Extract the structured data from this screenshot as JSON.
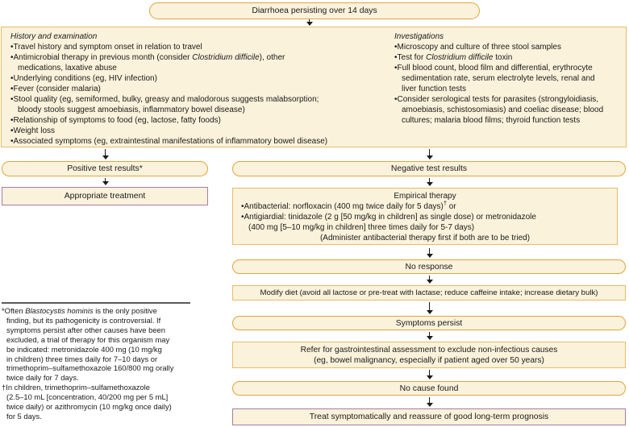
{
  "colors": {
    "node_fill": "#FBF2DB",
    "pill_border": "#DFA53F",
    "box_border": "#E7BC67",
    "outcome_border": "#A77CA3",
    "arrow": "#1A1A1A",
    "text": "#1A1A1A"
  },
  "start": {
    "label": "Diarrhoea persisting over 14 days"
  },
  "history": {
    "heading": "History and examination",
    "items": [
      "Travel history and symptom onset in relation to travel",
      {
        "pre": "Antimicrobial therapy in previous month (consider ",
        "italic": "Clostridium difficile",
        "post": "), other\nmedications, laxative abuse"
      },
      "Underlying conditions (eg, HIV infection)",
      "Fever (consider malaria)",
      "Stool quality (eg, semiformed, bulky, greasy and malodorous suggests malabsorption;\nbloody stools suggest amoebiasis, inflammatory bowel disease)",
      "Relationship of symptoms to food (eg, lactose, fatty foods)",
      "Weight loss",
      "Associated symptoms (eg, extraintestinal manifestations of inflammatory bowel disease)"
    ]
  },
  "investigations": {
    "heading": "Investigations",
    "items": [
      "Microscopy and culture of three stool samples",
      {
        "pre": "Test for ",
        "italic": "Clostridium difficile",
        "post": " toxin"
      },
      "Full blood count, blood film and differential, erythrocyte\nsedimentation rate, serum electrolyte levels, renal and\nliver function tests",
      "Consider serological tests for parasites (strongyloidiasis,\namoebiasis, schistosomiasis) and coeliac disease; blood\ncultures; malaria blood films; thyroid function tests"
    ]
  },
  "left_flow": {
    "positive_label": "Positive test results*",
    "treatment_label": "Appropriate treatment"
  },
  "right_flow": {
    "negative_label": "Negative test results",
    "empirical": {
      "title": "Empirical therapy",
      "items": [
        {
          "pre": "Antibacterial: norfloxacin (400 mg twice daily for 5 days)",
          "sup": "†",
          "post": " or"
        },
        "Antigiardial: tinidazole (2 g [50 mg/kg in children] as single dose) or metronidazole\n(400 mg [5–10 mg/kg in children] three times daily for 5-7 days)"
      ],
      "note": "(Administer antibacterial therapy first if both are to be tried)"
    },
    "no_response_label": "No response",
    "modify_diet_label": "Modify diet (avoid all lactose or pre-treat with lactase; reduce caffeine intake; increase dietary bulk)",
    "symptoms_persist_label": "Symptoms persist",
    "refer_label": "Refer for gastrointestinal assessment to exclude non-infectious causes\n(eg, bowel malignancy, especially if patient aged over 50 years)",
    "no_cause_label": "No cause found",
    "treat_label": "Treat symptomatically and reassure of good long-term prognosis"
  },
  "footnotes": {
    "star": {
      "marker": "*",
      "pre": "Often ",
      "italic": "Blastocystis hominis",
      "post": " is the only positive\nfinding, but its pathogenicity is controversial. If\nsymptoms persist after other causes have been\nexcluded, a trial of therapy for this organism may\nbe indicated: metronidazole 400 mg (10 mg/kg\nin children) three times daily for 7–10 days or\ntrimethoprim–sulfamethoxazole 160/800 mg orally\ntwice daily for 7 days."
    },
    "dagger": {
      "marker": "†",
      "text": "In children, trimethoprim–sulfamethoxazole\n(2.5–10 mL [concentration, 40/200 mg per 5 mL]\ntwice daily) or azithromycin (10 mg/kg once daily)\nfor 5 days."
    }
  }
}
